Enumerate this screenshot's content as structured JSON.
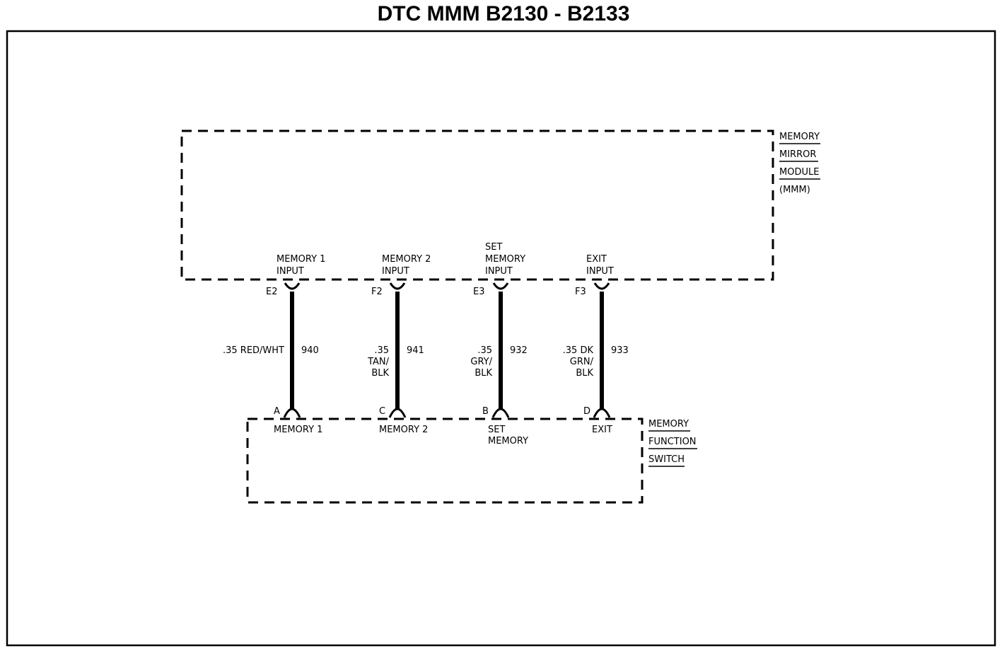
{
  "title": "DTC MMM B2130 - B2133",
  "mmm": {
    "lines": [
      "MEMORY",
      "MIRROR",
      "MODULE",
      "(MMM)"
    ]
  },
  "switch": {
    "lines": [
      "MEMORY",
      "FUNCTION",
      "SWITCH"
    ]
  },
  "circuits": [
    {
      "top_pin": "E2",
      "top_label": [
        "MEMORY 1",
        "INPUT"
      ],
      "wire_color": [
        ".35 RED/WHT"
      ],
      "circuit_no": "940",
      "bottom_pin": "A",
      "bottom_label": [
        "MEMORY 1"
      ]
    },
    {
      "top_pin": "F2",
      "top_label": [
        "MEMORY 2",
        "INPUT"
      ],
      "wire_color": [
        ".35",
        "TAN/",
        "BLK"
      ],
      "circuit_no": "941",
      "bottom_pin": "C",
      "bottom_label": [
        "MEMORY 2"
      ]
    },
    {
      "top_pin": "E3",
      "top_label": [
        "SET",
        "MEMORY",
        "INPUT"
      ],
      "wire_color": [
        ".35",
        "GRY/",
        "BLK"
      ],
      "circuit_no": "932",
      "bottom_pin": "B",
      "bottom_label": [
        "SET",
        "MEMORY"
      ]
    },
    {
      "top_pin": "F3",
      "top_label": [
        "EXIT",
        "INPUT"
      ],
      "wire_color": [
        ".35 DK",
        "GRN/",
        "BLK"
      ],
      "circuit_no": "933",
      "bottom_pin": "D",
      "bottom_label": [
        "EXIT"
      ]
    }
  ]
}
